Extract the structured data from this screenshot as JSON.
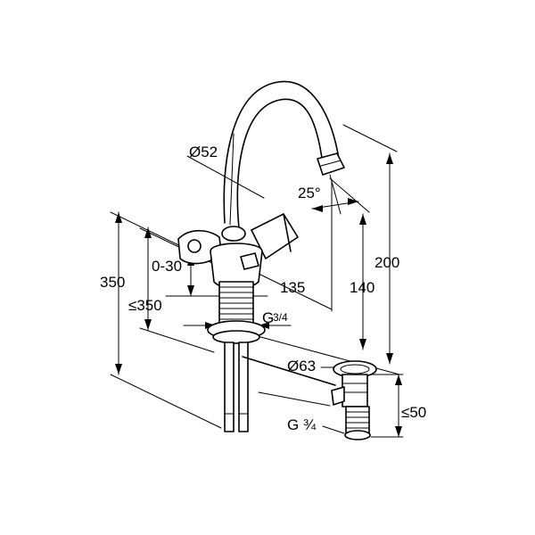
{
  "dimensions": {
    "spout_diameter": "Ø52",
    "spout_angle": "25°",
    "flexible_range": "0-30",
    "total_height": "350",
    "installed_max": "≤350",
    "reach": "135",
    "spout_height": "140",
    "overall_height": "200",
    "thread_main": "G",
    "thread_main_frac": "3/4",
    "waste_diameter": "Ø63",
    "waste_height": "≤50",
    "thread_waste": "G ¾"
  }
}
